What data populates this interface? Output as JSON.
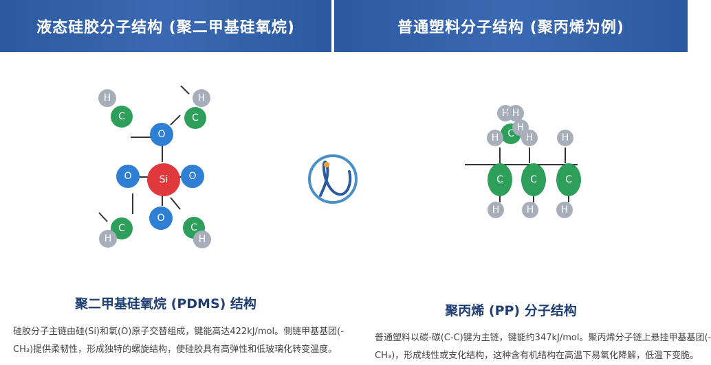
{
  "header": {
    "left_title": "液态硅胶分子结构 (聚二甲基硅氧烷)",
    "right_title": "普通塑料分子结构 (聚丙烯为例)"
  },
  "left_panel": {
    "caption_title": "聚二甲基硅氧烷 (PDMS) 结构",
    "caption_line1": "硅胶分子主链由硅(Si)和氧(O)原子交替组成，键能高达422kJ/mol。侧链甲基基团(-",
    "caption_line2": "CH₃)提供柔韧性，形成独特的螺旋结构，使硅胶具有高弹性和低玻璃化转变温度。"
  },
  "right_panel": {
    "caption_title": "聚丙烯 (PP) 分子结构",
    "caption_line1": "普通塑料以碳-碳(C-C)键为主链，键能约347kJ/mol。聚丙烯分子链上悬挂甲基基团(-",
    "caption_line2": "CH₃)，形成线性或支化结构，这种含有机结构在高温下易氧化降解，低温下变脆。"
  },
  "atoms": {
    "silicon": "Si",
    "oxygen": "O",
    "carbon": "C",
    "hydrogen": "H"
  },
  "colors": {
    "header": "#2c5aa0",
    "silicon": "#e0383c",
    "oxygen": "#2f7fd4",
    "carbon": "#2e9e5b",
    "hydrogen": "#a7aeba",
    "caption_title": "#1f3f73"
  },
  "logo": {
    "icon": "brand-logo-icon"
  }
}
